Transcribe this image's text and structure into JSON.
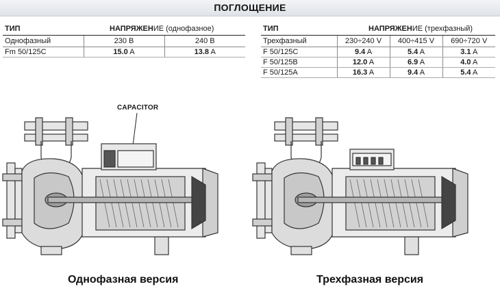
{
  "header": {
    "title": "ПОГЛОЩЕНИЕ"
  },
  "single_phase": {
    "type_label": "ТИП",
    "voltage_bold": "НАПРЯЖЕН",
    "voltage_note": "ИЕ (однофазное)",
    "phase_label": "Однофазный",
    "voltages": [
      "230 В",
      "240 В"
    ],
    "rows": [
      {
        "model": "Fm 50/125C",
        "values": [
          "15.0",
          "13.8"
        ]
      }
    ],
    "unit": "A"
  },
  "three_phase": {
    "type_label": "ТИП",
    "voltage_bold": "НАПРЯЖЕН",
    "voltage_note": "ИЕ (трехфазный)",
    "phase_label": "Трехфазный",
    "voltages": [
      "230÷240 V",
      "400÷415 V",
      "690÷720 V"
    ],
    "rows": [
      {
        "model": "F 50/125C",
        "values": [
          "9.4",
          "5.4",
          "3.1"
        ]
      },
      {
        "model": "F 50/125B",
        "values": [
          "12.0",
          "6.9",
          "4.0"
        ]
      },
      {
        "model": "F 50/125A",
        "values": [
          "16.3",
          "9.4",
          "5.4"
        ]
      }
    ],
    "unit": "A"
  },
  "illustrations": {
    "capacitor_label": "CAPACITOR",
    "caption_single": "Однофазная версия",
    "caption_three": "Трехфазная версия"
  }
}
